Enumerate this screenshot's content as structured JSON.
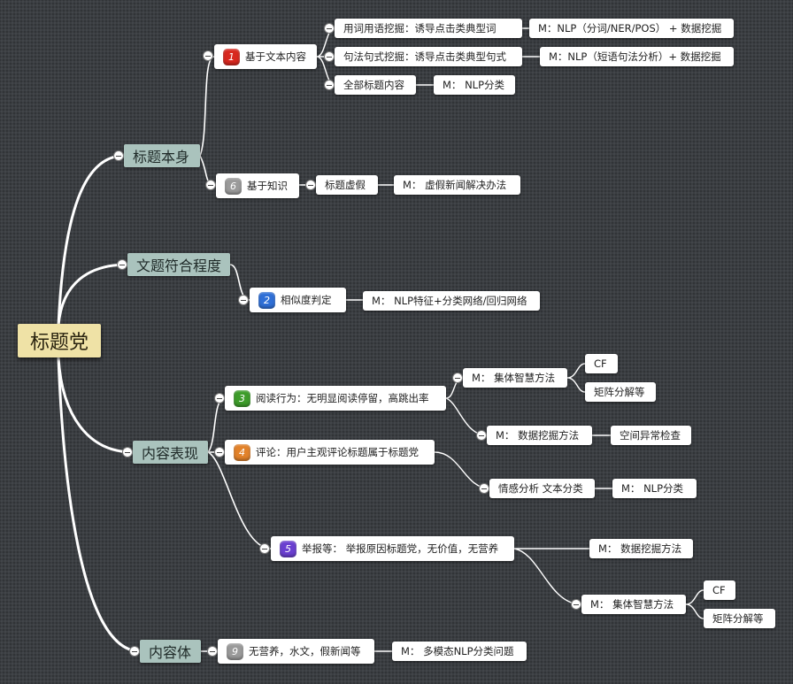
{
  "root": {
    "label": "标题党"
  },
  "branches": {
    "title_itself": {
      "label": "标题本身",
      "text_content": {
        "badge": "1",
        "label": "基于文本内容",
        "word_mining": {
          "label": "用词用语挖掘：诱导点击类典型词",
          "method": "M：NLP（分词/NER/POS） + 数据挖掘"
        },
        "sentence_mining": {
          "label": "句法句式挖掘：诱导点击类典型句式",
          "method": "M：NLP（短语句法分析）+ 数据挖掘"
        },
        "all_titles": {
          "label": "全部标题内容",
          "method": "M：  NLP分类"
        }
      },
      "knowledge": {
        "badge": "6",
        "label": "基于知识",
        "false_title": {
          "label": "标题虚假",
          "method": "M：  虚假新闻解决办法"
        }
      }
    },
    "title_match": {
      "label": "文题符合程度",
      "similarity": {
        "badge": "2",
        "label": "相似度判定",
        "method": "M：  NLP特征+分类网络/回归网络"
      }
    },
    "content_behavior": {
      "label": "内容表现",
      "reading": {
        "badge": "3",
        "label": "阅读行为：无明显阅读停留，高跳出率",
        "collective": {
          "label": "M：  集体智慧方法",
          "children": [
            "CF",
            "矩阵分解等"
          ]
        },
        "datamining": {
          "label": "M：  数据挖掘方法",
          "child": "空间异常检查"
        }
      },
      "comment": {
        "badge": "4",
        "label": "评论：用户主观评论标题属于标题党",
        "sentiment": {
          "label": "情感分析 文本分类",
          "method": "M：  NLP分类"
        }
      },
      "report": {
        "badge": "5",
        "label": "举报等：  举报原因标题党，无价值，无营养",
        "datamining": {
          "label": "M：  数据挖掘方法"
        },
        "collective": {
          "label": "M：  集体智慧方法",
          "children": [
            "CF",
            "矩阵分解等"
          ]
        }
      }
    },
    "content_body": {
      "label": "内容体",
      "no_nutrition": {
        "badge": "9",
        "label": "无营养，水文，假新闻等",
        "method": "M：  多模态NLP分类问题"
      }
    }
  },
  "colors": {
    "background": "#3b3e42",
    "root_node": "#efe2a6",
    "main_node": "#aac3bd",
    "leaf_node": "#ffffff",
    "connector": "#ffffff",
    "badge_1": "#d8281f",
    "badge_2": "#2f6fd6",
    "badge_3": "#3d9c2a",
    "badge_4": "#e2822a",
    "badge_5": "#6a3fd0",
    "badge_6": "#9a9a9a",
    "badge_9": "#9a9a9a"
  }
}
